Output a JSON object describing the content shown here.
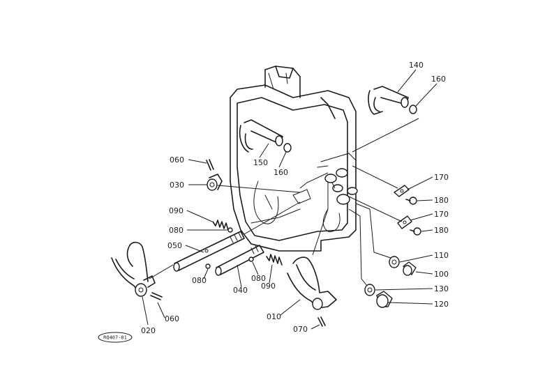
{
  "parts": [
    {
      "id": "p140",
      "label": "140"
    },
    {
      "id": "p160a",
      "label": "160"
    },
    {
      "id": "p150",
      "label": "150"
    },
    {
      "id": "p160b",
      "label": "160"
    },
    {
      "id": "p060a",
      "label": "060"
    },
    {
      "id": "p030",
      "label": "030"
    },
    {
      "id": "p170a",
      "label": "170"
    },
    {
      "id": "p180a",
      "label": "180"
    },
    {
      "id": "p170b",
      "label": "170"
    },
    {
      "id": "p180b",
      "label": "180"
    },
    {
      "id": "p090a",
      "label": "090"
    },
    {
      "id": "p080a",
      "label": "080"
    },
    {
      "id": "p050",
      "label": "050"
    },
    {
      "id": "p110",
      "label": "110"
    },
    {
      "id": "p100",
      "label": "100"
    },
    {
      "id": "p080b",
      "label": "080"
    },
    {
      "id": "p080c",
      "label": "080"
    },
    {
      "id": "p090b",
      "label": "090"
    },
    {
      "id": "p040",
      "label": "040"
    },
    {
      "id": "p130",
      "label": "130"
    },
    {
      "id": "p120",
      "label": "120"
    },
    {
      "id": "p010",
      "label": "010"
    },
    {
      "id": "p020",
      "label": "020"
    },
    {
      "id": "p060b",
      "label": "060"
    },
    {
      "id": "p070",
      "label": "070"
    }
  ],
  "stamp": "RQ407-01"
}
